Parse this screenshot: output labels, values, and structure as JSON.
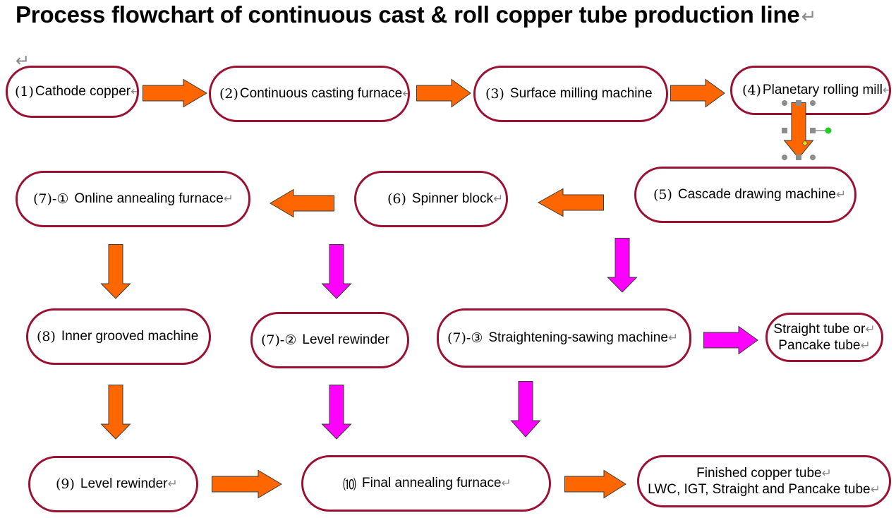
{
  "title": "Process flowchart of continuous cast & roll copper tube production line",
  "return_mark": "↵",
  "nodes": {
    "n1": {
      "num": "(1)",
      "label": "Cathode copper"
    },
    "n2": {
      "num": "(2)",
      "label": "Continuous casting furnace"
    },
    "n3": {
      "num": "(3)",
      "label": "Surface milling machine"
    },
    "n4": {
      "num": "(4)",
      "label": "Planetary rolling mill"
    },
    "n5": {
      "num": "(5)",
      "label": "Cascade drawing machine"
    },
    "n6": {
      "num": "(6)",
      "label": "Spinner block"
    },
    "n71": {
      "num": "(7)-①",
      "label": "Online annealing furnace"
    },
    "n8": {
      "num": "(8)",
      "label": "Inner grooved machine"
    },
    "n72": {
      "num": "(7)-②",
      "label": "Level rewinder"
    },
    "n73": {
      "num": "(7)-③",
      "label": "Straightening-sawing machine"
    },
    "nst": {
      "line1": "Straight tube or",
      "line2": "Pancake tube"
    },
    "n9": {
      "num": "(9)",
      "label": "Level rewinder"
    },
    "n10": {
      "num": "⑽",
      "label": "Final annealing furnace"
    },
    "nfin": {
      "line1": "Finished copper tube",
      "line2": "LWC, IGT, Straight and Pancake tube"
    }
  },
  "colors": {
    "border": "#9c1132",
    "arrow_orange": "#ff6600",
    "arrow_magenta": "#ff00ff"
  }
}
